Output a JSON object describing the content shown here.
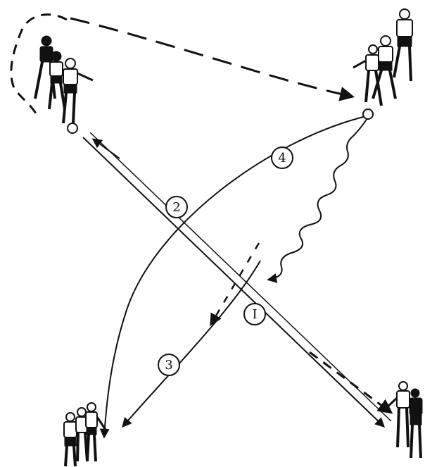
{
  "diagram": {
    "markers": [
      {
        "id": "1",
        "label": "I"
      },
      {
        "id": "2",
        "label": "2"
      },
      {
        "id": "3",
        "label": "3"
      },
      {
        "id": "4",
        "label": "4"
      }
    ],
    "colors": {
      "ink": "#111111",
      "background": "#ffffff"
    }
  }
}
